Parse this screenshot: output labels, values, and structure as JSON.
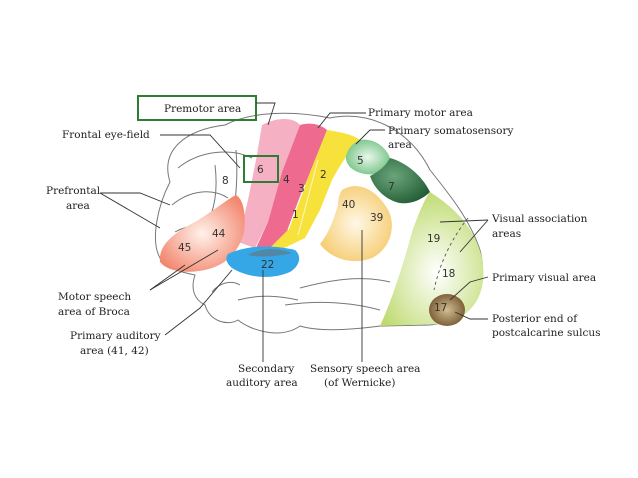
{
  "labels": {
    "premotor": "Premotor area",
    "primary_motor": "Primary motor area",
    "frontal_eye": "Frontal eye-field",
    "somato_1": "Primary somatosensory",
    "somato_2": "area",
    "prefrontal_1": "Prefrontal",
    "prefrontal_2": "area",
    "visual_assoc_1": "Visual association",
    "visual_assoc_2": "areas",
    "primary_visual": "Primary visual area",
    "posterior_1": "Posterior end of",
    "posterior_2": "postcalcarine sulcus",
    "motor_speech_1": "Motor speech",
    "motor_speech_2": "area of Broca",
    "aud_1": "Primary auditory",
    "aud_2": "area (41, 42)",
    "sec_aud_1": "Secondary",
    "sec_aud_2": "auditory area",
    "sens_speech_1": "Sensory speech area",
    "sens_speech_2": "(of  Wernicke)"
  },
  "areas": {
    "a6": "6",
    "a8": "8",
    "a4": "4",
    "a3": "3",
    "a2": "2",
    "a1": "1",
    "a5": "5",
    "a7": "7",
    "a40": "40",
    "a39": "39",
    "a44": "44",
    "a45": "45",
    "a22": "22",
    "a19": "19",
    "a18": "18",
    "a17": "17"
  },
  "colors": {
    "highlight_box": "#2e7d32",
    "premotor": "#f4a7bd",
    "motor": "#ee6a8e",
    "somatosensory": "#f7e23c",
    "area5": "#8fce9a",
    "area7": "#2e6b40",
    "wernicke": "#f7d27c",
    "broca": "#f2866e",
    "auditory": "#35a6e6",
    "visual_assoc": "#c7e07a",
    "area17": "#7a5a30"
  }
}
